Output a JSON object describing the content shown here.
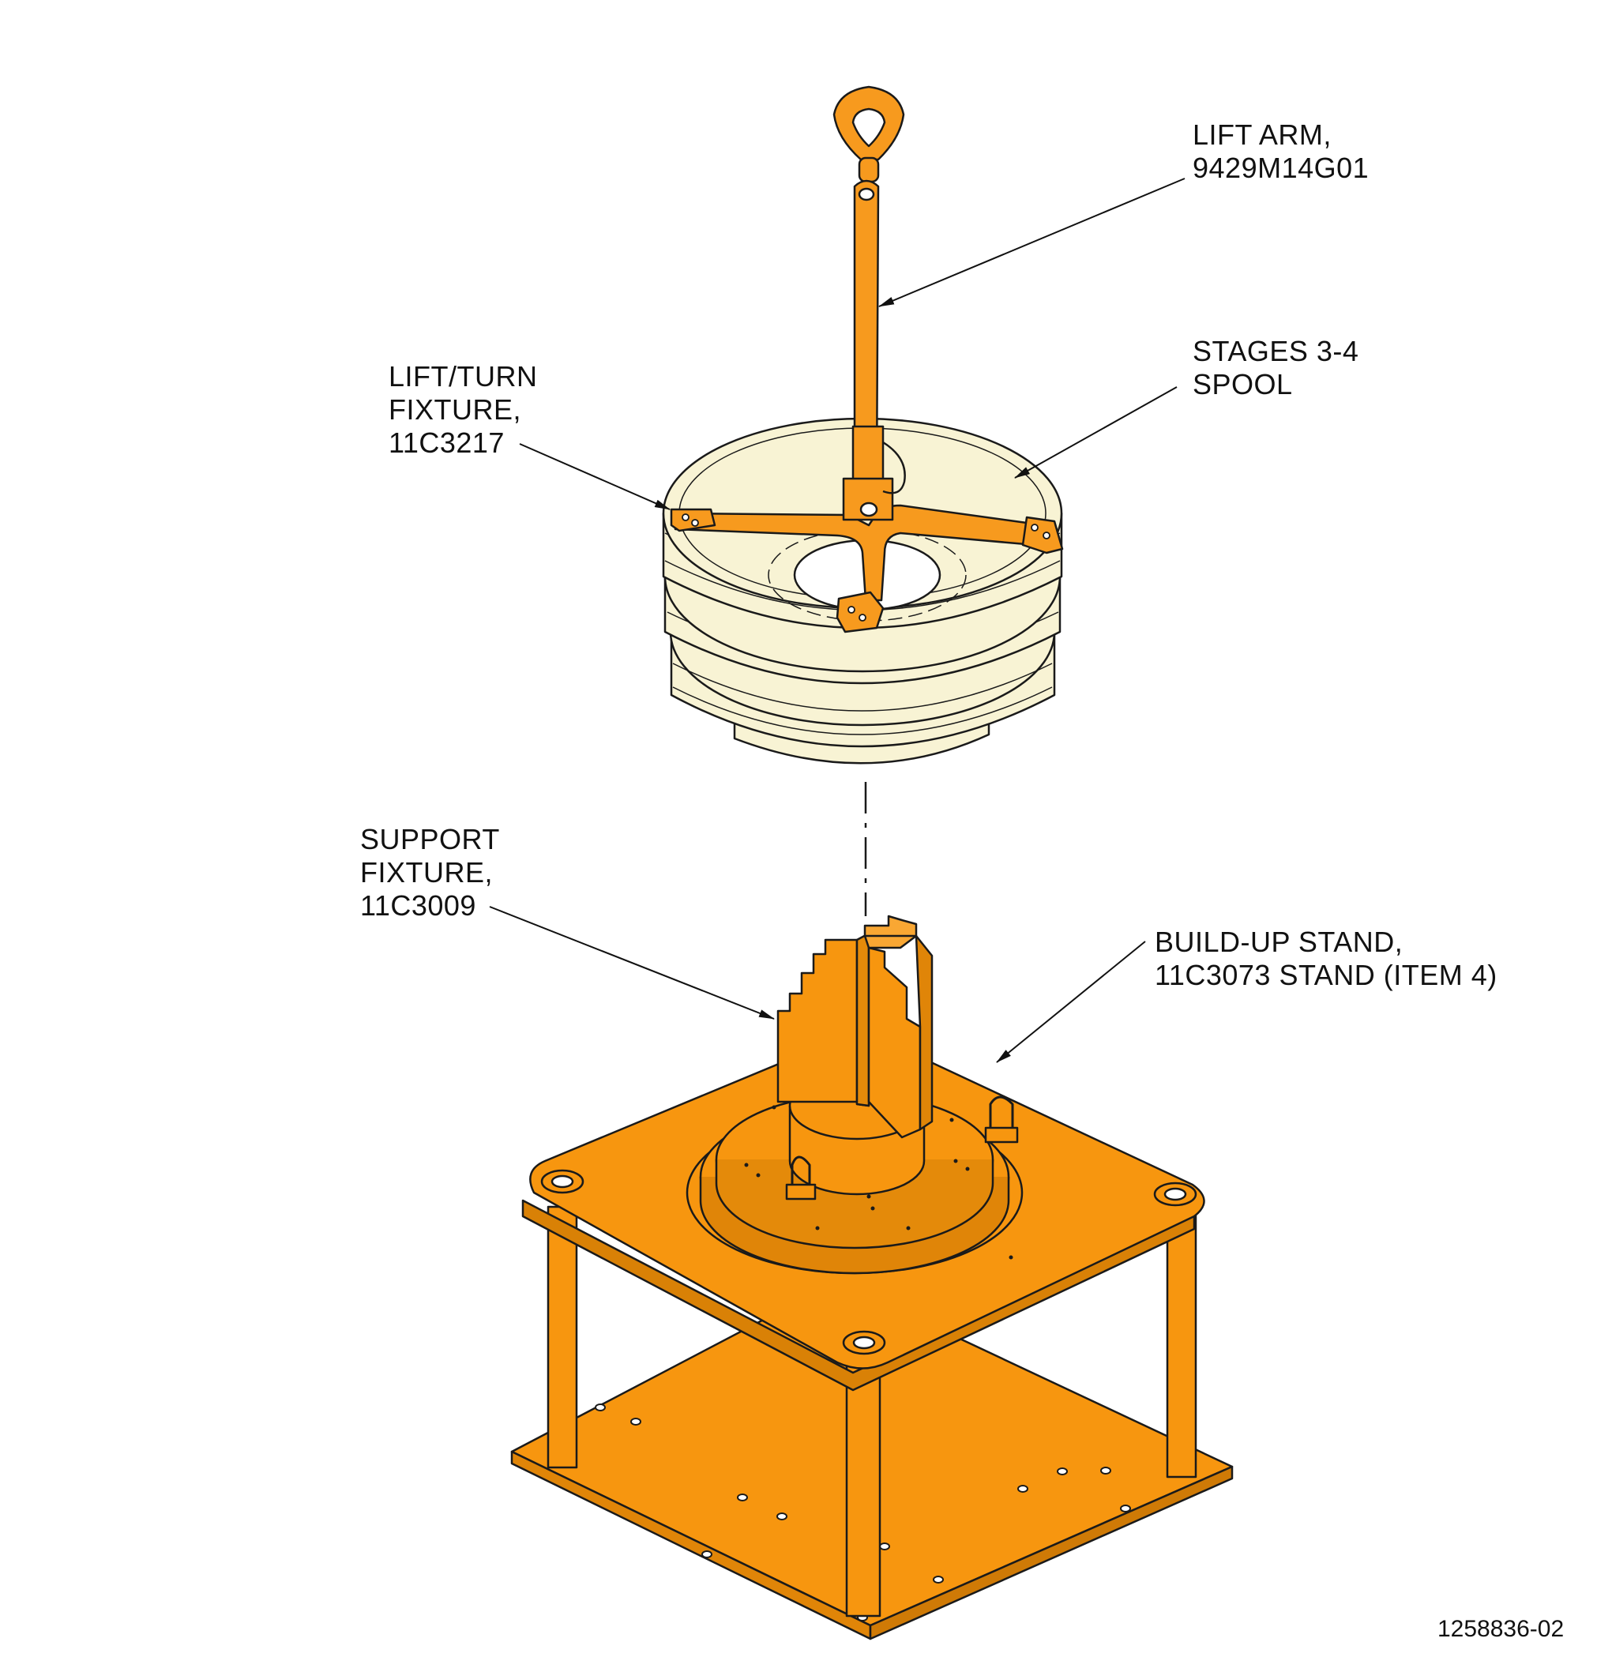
{
  "callouts": {
    "lift_arm": {
      "line1": "LIFT ARM,",
      "line2": "9429M14G01"
    },
    "stages_spool": {
      "line1": "STAGES 3-4",
      "line2": "SPOOL"
    },
    "lift_turn_fixture": {
      "line1": "LIFT/TURN",
      "line2": "FIXTURE,",
      "line3": "11C3217"
    },
    "support_fixture": {
      "line1": "SUPPORT",
      "line2": "FIXTURE,",
      "line3": "11C3009"
    },
    "build_up_stand": {
      "line1": "BUILD-UP STAND,",
      "line2": "11C3073 STAND (ITEM 4)"
    }
  },
  "figure_id": "1258836-02",
  "colors": {
    "tooling_orange": "#f7960f",
    "lift_arm_orange": "#f79a1e",
    "spool_cream": "#f8f3d4",
    "outline": "#1a1a1a"
  }
}
